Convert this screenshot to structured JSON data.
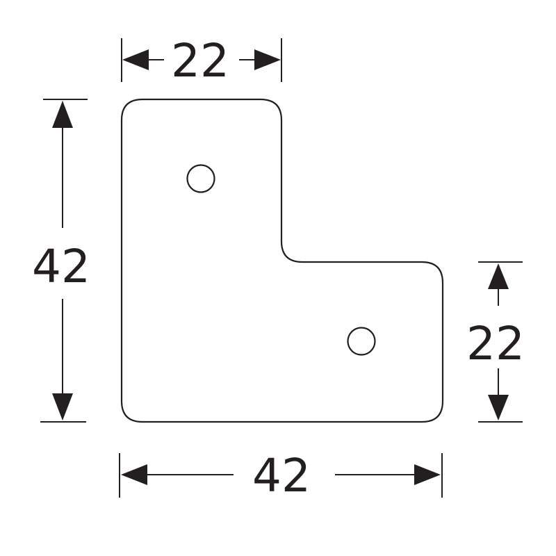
{
  "dimensions": {
    "top_width": "22",
    "left_height": "42",
    "right_height": "22",
    "bottom_width": "42"
  },
  "colors": {
    "stroke": "#231f20",
    "background": "#ffffff"
  }
}
